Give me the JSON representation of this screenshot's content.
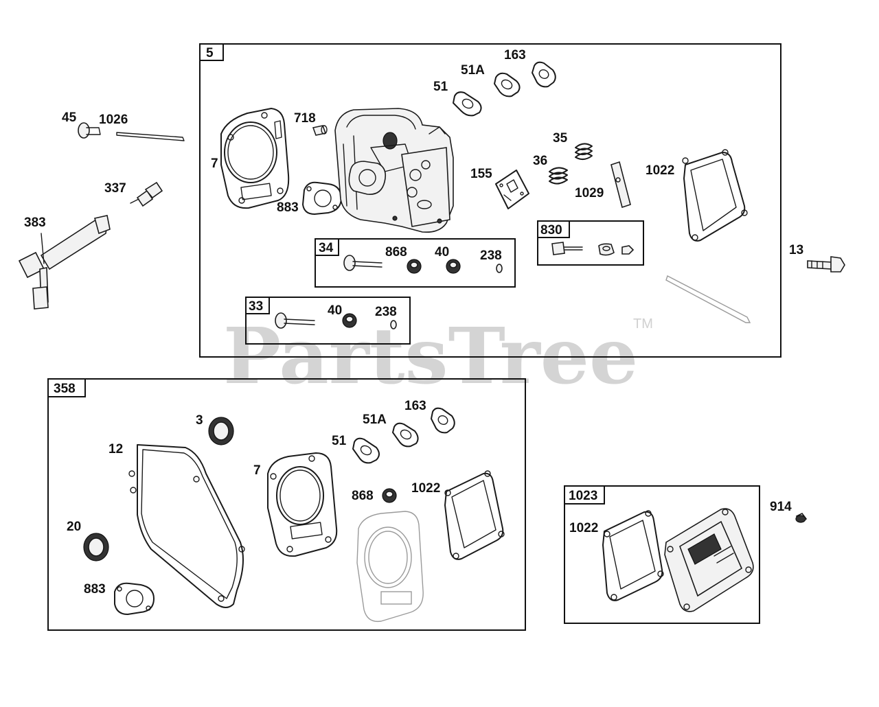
{
  "watermark": {
    "text": "PartsTree",
    "mark": "TM"
  },
  "groups": [
    {
      "id": "box-5",
      "label": "5"
    },
    {
      "id": "box-34",
      "label": "34"
    },
    {
      "id": "box-33",
      "label": "33"
    },
    {
      "id": "box-830",
      "label": "830"
    },
    {
      "id": "box-358",
      "label": "358"
    },
    {
      "id": "box-1023",
      "label": "1023"
    }
  ],
  "callouts": [
    "45",
    "1026",
    "337",
    "383",
    "7",
    "718",
    "883",
    "51",
    "51A",
    "163",
    "35",
    "36",
    "155",
    "1029",
    "1022",
    "13",
    "868",
    "40",
    "238",
    "40",
    "238",
    "3",
    "12",
    "7",
    "51",
    "51A",
    "163",
    "868",
    "1022",
    "20",
    "883",
    "1022",
    "914"
  ],
  "icons": [
    "gasket-icon",
    "cylinder-head-icon",
    "valve-icon",
    "spring-icon",
    "rocker-arm-icon",
    "bolt-icon",
    "seal-icon",
    "valve-cover-icon",
    "spark-plug-icon",
    "wrench-icon",
    "push-rod-icon"
  ],
  "colors": {
    "line": "#1a1a1a",
    "watermark": "#d4d4d4",
    "background": "#ffffff"
  }
}
